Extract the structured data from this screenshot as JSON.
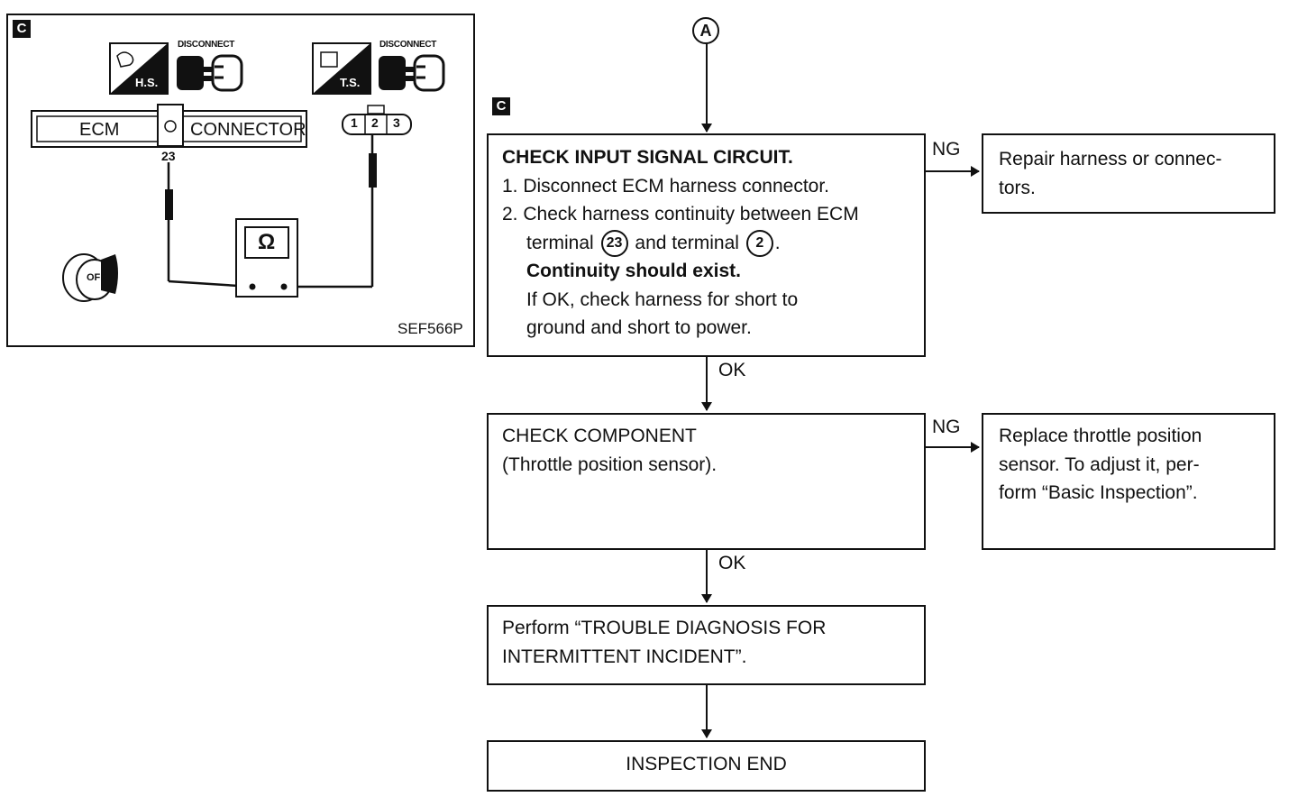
{
  "figure": {
    "section_label": "C",
    "hs_badge": "H.S.",
    "ts_badge": "T.S.",
    "disconnect_left": "DISCONNECT",
    "disconnect_right": "DISCONNECT",
    "ecm_label": "ECM",
    "connector_label": "CONNECTOR",
    "terminal_number": "23",
    "tp_pin1": "1",
    "tp_pin2": "2",
    "tp_pin3": "3",
    "ohm_symbol": "Ω",
    "ignition_label": "OFF",
    "figure_code": "SEF566P"
  },
  "flow": {
    "entry_marker": "A",
    "section_label": "C",
    "step1": {
      "title": "CHECK INPUT SIGNAL CIRCUIT.",
      "line1": "1. Disconnect ECM harness connector.",
      "line2": "2. Check harness continuity between ECM",
      "line3_a": "terminal",
      "line3_term1": "23",
      "line3_b": "and terminal",
      "line3_term2": "2",
      "line3_c": ".",
      "line4": "Continuity should exist.",
      "line5": "If OK, check harness for short to",
      "line6": "ground and short to power."
    },
    "ng1_label": "NG",
    "ng1_box": {
      "line1": "Repair harness or connec-",
      "line2": "tors."
    },
    "ok1_label": "OK",
    "step2": {
      "line1": "CHECK COMPONENT",
      "line2": "(Throttle position sensor)."
    },
    "ng2_label": "NG",
    "ng2_box": {
      "line1": "Replace throttle position",
      "line2": "sensor. To adjust it, per-",
      "line3": "form “Basic Inspection”."
    },
    "ok2_label": "OK",
    "step3": {
      "line1": "Perform “TROUBLE DIAGNOSIS FOR",
      "line2": "INTERMITTENT INCIDENT”."
    },
    "end": "INSPECTION END"
  }
}
